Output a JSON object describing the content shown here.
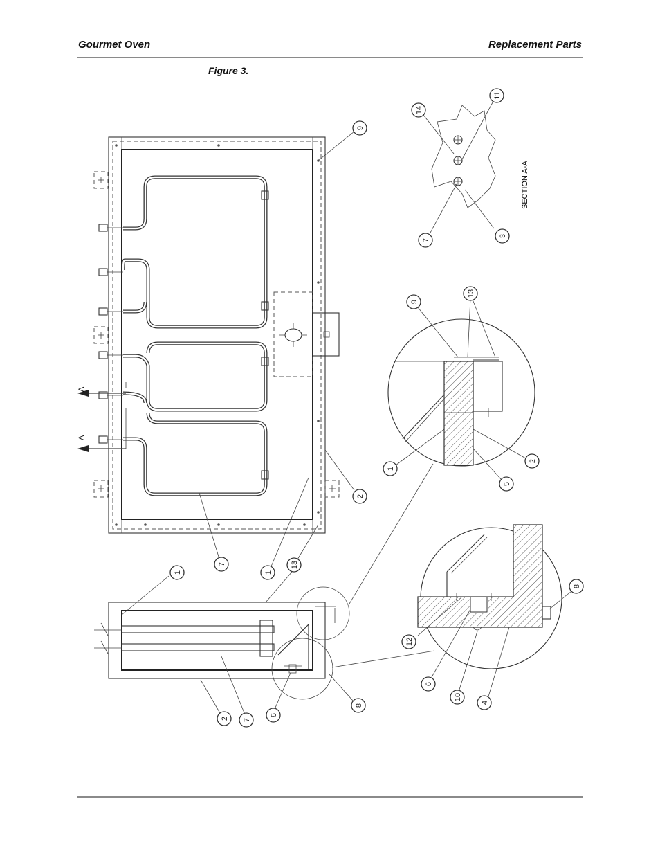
{
  "header": {
    "left_title": "Gourmet Oven",
    "right_title": "Replacement Parts"
  },
  "figure": {
    "title": "Figure 3.",
    "section_label": "SECTION A-A",
    "section_marker": "A",
    "callouts": {
      "n1": "1",
      "n2": "2",
      "n3": "3",
      "n4": "4",
      "n5": "5",
      "n6": "6",
      "n7": "7",
      "n8": "8",
      "n9": "9",
      "n10": "10",
      "n11": "11",
      "n12": "12",
      "n13": "13",
      "n14": "14"
    }
  }
}
